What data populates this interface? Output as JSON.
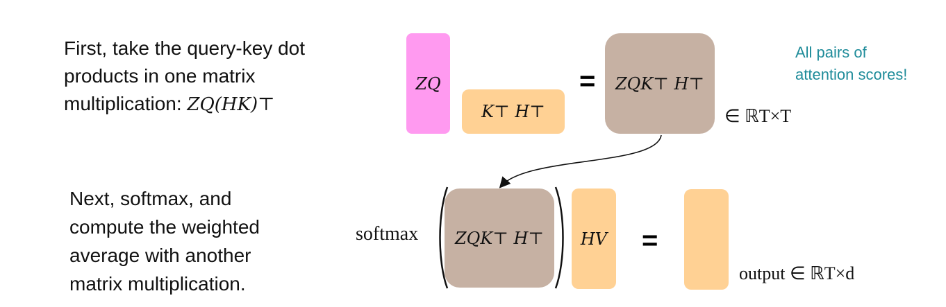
{
  "step1": {
    "lines": [
      "First, take the query-key dot",
      "products in one matrix",
      "multiplication: "
    ],
    "formula": "ZQ(HK)⊤"
  },
  "step2": {
    "lines": [
      "Next, softmax, and",
      "compute the weighted",
      "average with another",
      "matrix multiplication."
    ]
  },
  "top_row": {
    "zq_label": "ZQ",
    "kh_label": "K⊤ H⊤",
    "equals": "=",
    "result_label": "ZQK⊤ H⊤",
    "domain_label": "∈ ℝT×T",
    "note_lines": [
      "All pairs of",
      "attention scores!"
    ]
  },
  "bottom_row": {
    "softmax_label": "softmax",
    "scores_label": "ZQK⊤ H⊤",
    "hv_label": "HV",
    "equals": "=",
    "output_label": "output ∈ ℝT×d"
  },
  "colors": {
    "zq": "#ff9af0",
    "kh": "#ffd194",
    "scores": "#c6b1a3",
    "note": "#1f8c9a"
  }
}
